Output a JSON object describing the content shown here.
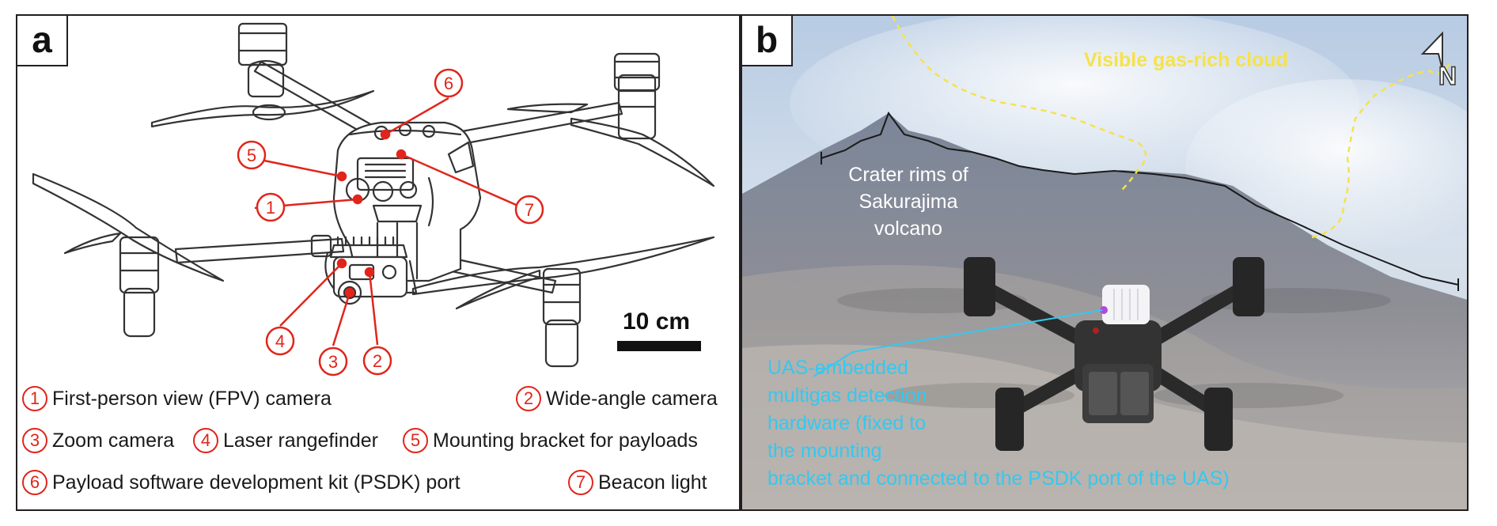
{
  "panel_a": {
    "letter": "a",
    "scale_label": "10 cm",
    "callouts": [
      "1",
      "2",
      "3",
      "4",
      "5",
      "6",
      "7"
    ],
    "legend": [
      {
        "num": "1",
        "text": "First-person view (FPV) camera"
      },
      {
        "num": "2",
        "text": "Wide-angle camera"
      },
      {
        "num": "3",
        "text": "Zoom camera"
      },
      {
        "num": "4",
        "text": "Laser rangefinder"
      },
      {
        "num": "5",
        "text": "Mounting bracket for payloads"
      },
      {
        "num": "6",
        "text": "Payload software development kit (PSDK) port"
      },
      {
        "num": "7",
        "text": "Beacon light"
      }
    ]
  },
  "panel_b": {
    "letter": "b",
    "compass": "N",
    "gas_cloud_label": "Visible gas-rich cloud",
    "crater_label": "Crater rims of Sakurajima volcano",
    "uas_label": "UAS-embedded\nmultigas detection\nhardware (fixed to\nthe mounting\nbracket and connected to the PSDK port of the UAS)"
  },
  "colors": {
    "callout_red": "#e1251b",
    "gas_label_yellow": "#f6e24a",
    "uas_label_cyan": "#35c8f0"
  }
}
